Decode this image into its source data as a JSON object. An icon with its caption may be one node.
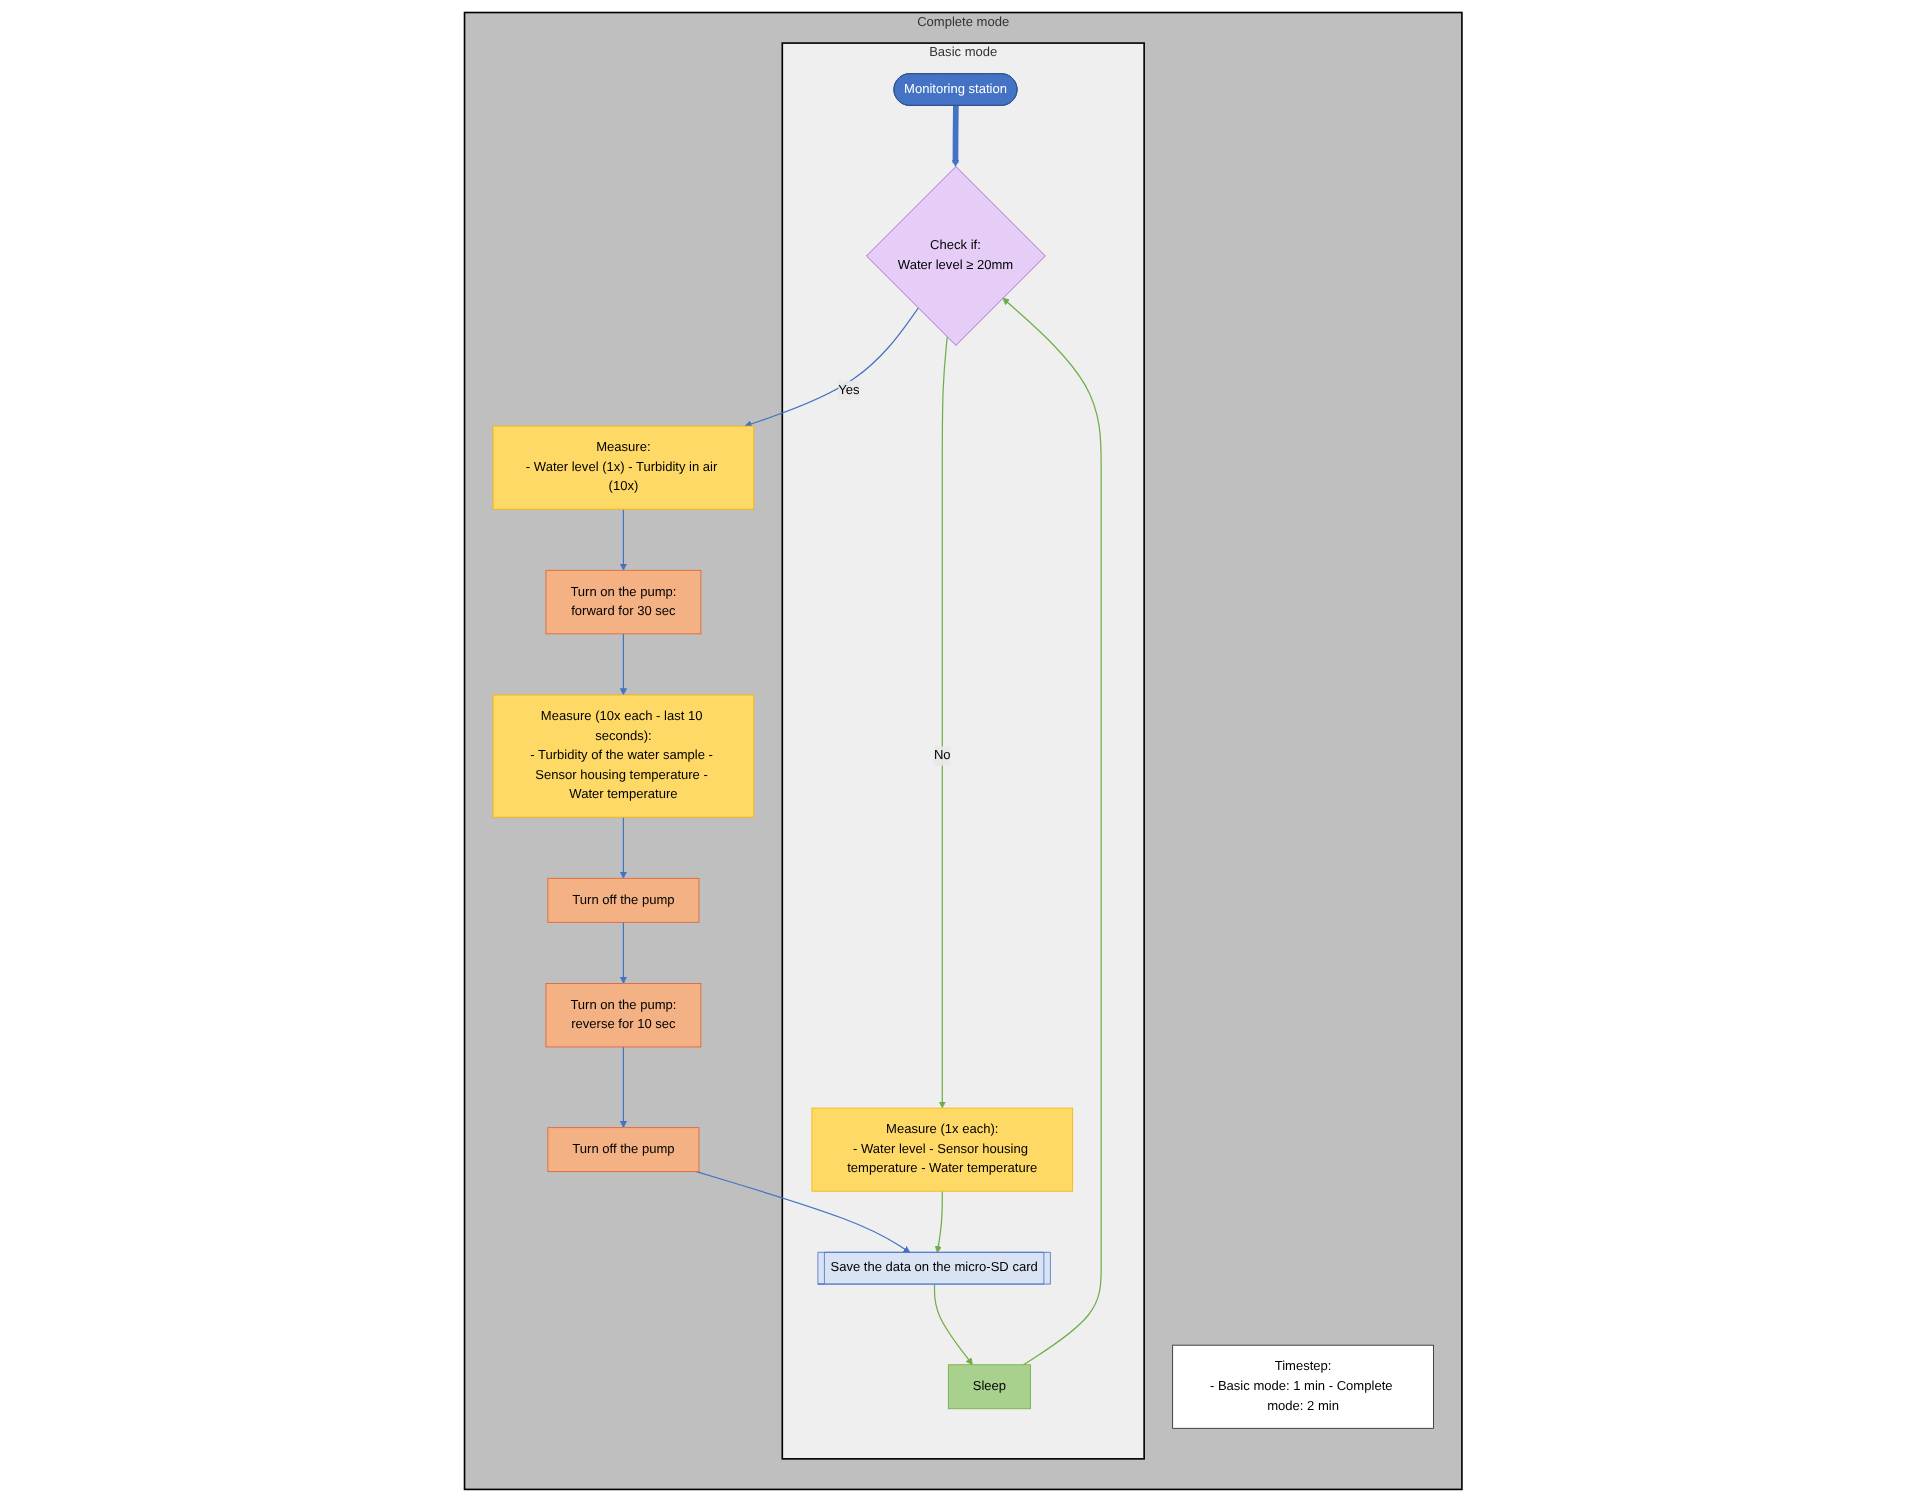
{
  "diagram": {
    "nodes": [
      {
        "text": [
          "Complete mode"
        ]
      },
      {
        "text": [
          "Timestep:",
          "- Basic mode: 1 min - Complete mode: 2 min"
        ],
        "in": 0
      },
      {
        "text": [
          "Basic mode"
        ],
        "in": 0
      },
      {
        "text": [
          "Monitoring station"
        ],
        "in": 2
      },
      {
        "text": [
          "Check if:",
          "Water level ≥ 20mm"
        ],
        "in": 2
      },
      {
        "text": [
          "Sleep"
        ],
        "in": 2
      },
      {
        "text": [
          "Save the data on the micro-SD card"
        ],
        "in": 2
      },
      {
        "text": [
          "Measure (1x each):",
          "- Water level - Sensor housing temperature - Water temperature"
        ],
        "in": 2
      },
      {
        "text": [
          "Measure:",
          "- Water level (1x) - Turbidity in air (10x)"
        ],
        "in": 0
      },
      {
        "text": [
          "Turn on the pump:",
          "forward for 30 sec"
        ],
        "in": 0
      },
      {
        "text": [
          "Measure (10x each - last 10 seconds):",
          "- Turbidity of the water sample - Sensor housing temperature - Water temperature"
        ],
        "in": 0
      },
      {
        "text": [
          "Turn off the pump"
        ],
        "in": 0
      },
      {
        "text": [
          "Turn on the pump:",
          "reverse for 10 sec"
        ],
        "in": 0
      },
      {
        "text": [
          "Turn off the pump"
        ],
        "in": 0
      }
    ],
    "edges": [
      {
        "from": 3,
        "to": 4,
        "arrow": "to",
        "style": "thick"
      },
      {
        "from": 4,
        "to": 8,
        "arrow": "to",
        "label": "Yes"
      },
      {
        "from": 4,
        "to": 7,
        "arrow": "to",
        "label": "No",
        "color": "#70ad47"
      },
      {
        "from": 7,
        "to": 6,
        "arrow": "to",
        "color": "#70ad47"
      },
      {
        "from": 6,
        "to": 5,
        "arrow": "to",
        "color": "#70ad47"
      },
      {
        "from": 5,
        "to": 4,
        "arrow": "to",
        "color": "#70ad47"
      },
      {
        "from": 8,
        "to": 9,
        "arrow": "to"
      },
      {
        "from": 9,
        "to": 10,
        "arrow": "to"
      },
      {
        "from": 10,
        "to": 11,
        "arrow": "to"
      },
      {
        "from": 11,
        "to": 12,
        "arrow": "to"
      },
      {
        "from": 12,
        "to": 13,
        "arrow": "to"
      },
      {
        "from": 13,
        "to": 6,
        "arrow": "to"
      }
    ]
  }
}
